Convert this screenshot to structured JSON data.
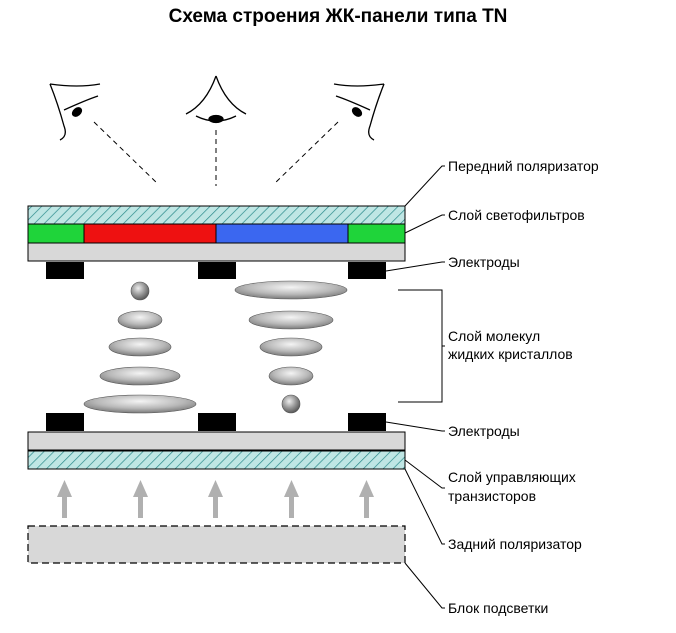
{
  "title": "Схема строения ЖК-панели типа TN",
  "labels": {
    "front_polarizer": "Передний поляризатор",
    "color_filters": "Слой светофильтров",
    "electrodes_top": "Электроды",
    "lc_line1": "Слой молекул",
    "lc_line2": "жидких кристаллов",
    "electrodes_bottom": "Электроды",
    "tft_line1": "Слой управляющих",
    "tft_line2": "транзисторов",
    "rear_polarizer": "Задний поляризатор",
    "backlight": "Блок подсветки"
  },
  "colors": {
    "polarizer_fill": "#bfe6e4",
    "hatch_stroke": "#2a8a8a",
    "filter_green": "#1fd43a",
    "filter_red": "#ee1111",
    "filter_blue": "#3b67f0",
    "glass_gray": "#d8d8d8",
    "electrode": "#000000",
    "arrow_gray": "#b0b0b0"
  },
  "color_filter_order": [
    "green",
    "red",
    "blue",
    "green"
  ],
  "icons": [
    "eye-left-icon",
    "eye-front-icon",
    "eye-right-icon"
  ]
}
